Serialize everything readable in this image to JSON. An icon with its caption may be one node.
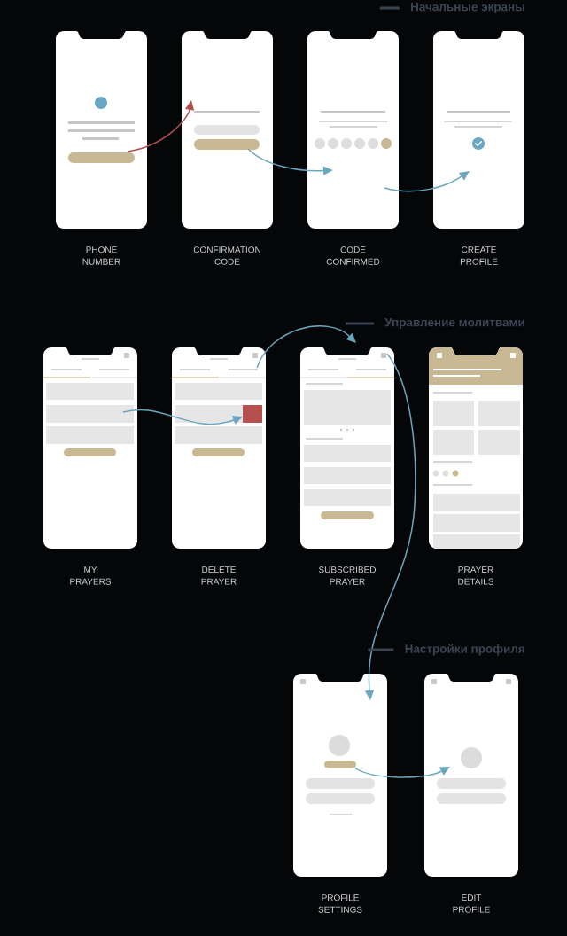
{
  "diagram": {
    "nodes": [
      {
        "text": [],
        "shape": "picture",
        "beside": [
          "PHONE NUMBER"
        ]
      },
      {
        "text": [],
        "shape": "bar",
        "in": 0
      },
      {
        "text": [],
        "shape": "picture",
        "beside": [
          "CONFIRMATION CODE"
        ]
      },
      {
        "text": [],
        "shape": "bar",
        "in": 2
      },
      {
        "text": [],
        "shape": "picture",
        "beside": [
          "CODE CONFIRMED"
        ]
      },
      {
        "text": [],
        "shape": "picture",
        "beside": [
          "CREATE PROFILE"
        ]
      },
      {
        "text": [],
        "shape": "picture",
        "beside": [
          "MY PRAYERS"
        ]
      },
      {
        "text": [],
        "shape": "picture",
        "beside": [
          "DELETE PRAYER"
        ]
      },
      {
        "text": [],
        "shape": "bar",
        "in": 7
      },
      {
        "text": [],
        "shape": "box",
        "in": 7
      },
      {
        "text": [],
        "shape": "picture",
        "beside": [
          "SUBSCRIBED PRAYER"
        ]
      },
      {
        "text": [],
        "shape": "box",
        "in": 10
      },
      {
        "text": [],
        "shape": "picture",
        "beside": [
          "PRAYER DETAILS"
        ]
      },
      {
        "text": [],
        "shape": "picture",
        "beside": [
          "PROFILE SETTINGS"
        ]
      },
      {
        "text": [],
        "shape": "bar",
        "in": 13
      },
      {
        "text": [],
        "shape": "picture",
        "beside": [
          "EDIT PROFILE"
        ]
      }
    ],
    "edges": [
      {
        "from": 1,
        "to": 2,
        "arrow": "to",
        "color": "#b5504f"
      },
      {
        "from": 3,
        "to": 4,
        "arrow": "to"
      },
      {
        "from": 4,
        "to": 5,
        "arrow": "to"
      },
      {
        "from": 6,
        "to": 9,
        "arrow": "to"
      },
      {
        "from": 8,
        "to": 10,
        "arrow": "to"
      },
      {
        "from": 11,
        "to": 13,
        "arrow": "to"
      },
      {
        "from": 14,
        "to": 15,
        "arrow": "to"
      }
    ],
    "labels": [
      "Начальные экраны",
      "Управление молитвами",
      "Настройки профиля"
    ]
  }
}
